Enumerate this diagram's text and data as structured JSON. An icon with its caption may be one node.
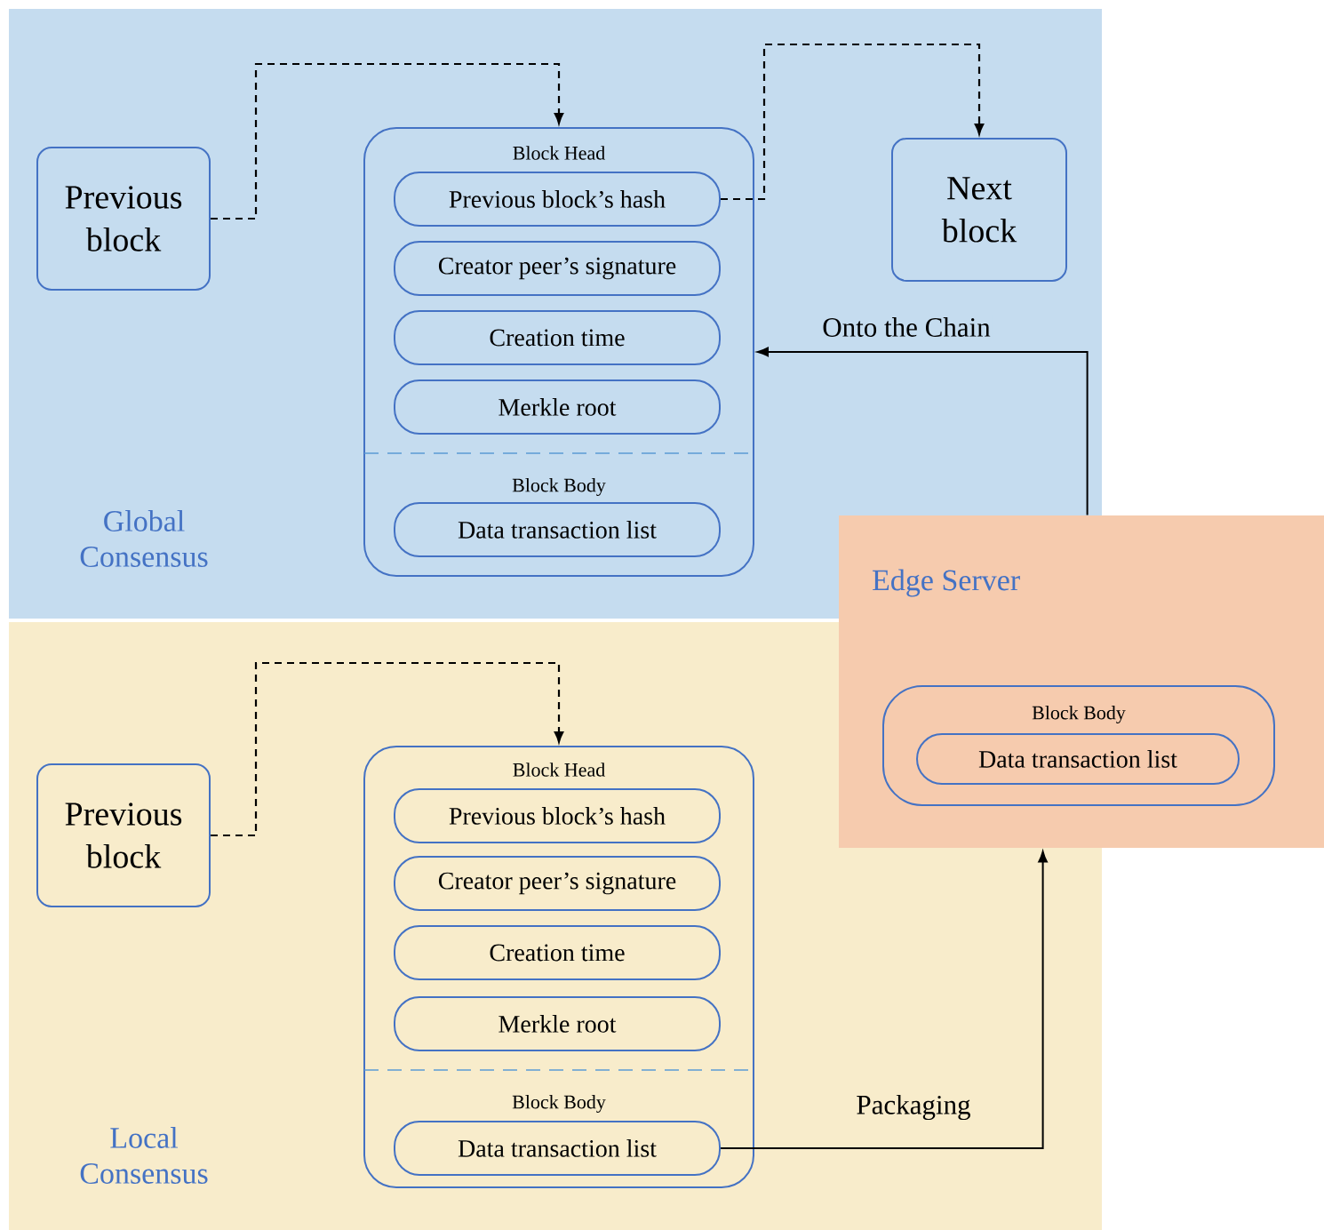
{
  "diagram": {
    "nodes": [
      {
        "text": [
          "Global Consensus"
        ]
      },
      {
        "text": [
          "Previous block"
        ],
        "in": 0
      },
      {
        "text": [
          "Block Head",
          "Block Body"
        ],
        "in": 0
      },
      {
        "text": [
          "Previous block’s hash"
        ],
        "in": 2
      },
      {
        "text": [
          "Creator peer’s signature"
        ],
        "in": 2
      },
      {
        "text": [
          "Creation time"
        ],
        "in": 2
      },
      {
        "text": [
          "Merkle root"
        ],
        "in": 2
      },
      {
        "text": [
          "Data transaction list"
        ],
        "in": 2
      },
      {
        "text": [
          "Next block"
        ],
        "in": 0
      },
      {
        "text": [
          "Local Consensus"
        ]
      },
      {
        "text": [
          "Previous block"
        ],
        "in": 9
      },
      {
        "text": [
          "Block Head",
          "Block Body"
        ],
        "in": 9
      },
      {
        "text": [
          "Previous block’s hash"
        ],
        "in": 11
      },
      {
        "text": [
          "Creator peer’s signature"
        ],
        "in": 11
      },
      {
        "text": [
          "Creation time"
        ],
        "in": 11
      },
      {
        "text": [
          "Merkle root"
        ],
        "in": 11
      },
      {
        "text": [
          "Data transaction list"
        ],
        "in": 11
      },
      {
        "text": [
          "Edge Server"
        ]
      },
      {
        "text": [
          "Block Body"
        ],
        "in": 17
      },
      {
        "text": [
          "Data transaction list"
        ],
        "in": 18
      }
    ],
    "edges": [
      {
        "from": 1,
        "to": 2,
        "arrow": "to",
        "style": "dashed"
      },
      {
        "from": 3,
        "to": 8,
        "arrow": "to",
        "style": "dashed"
      },
      {
        "from": 17,
        "to": 2,
        "arrow": "to",
        "label": "Onto the Chain"
      },
      {
        "from": 10,
        "to": 11,
        "arrow": "to",
        "style": "dashed"
      },
      {
        "from": 16,
        "to": 17,
        "arrow": "to",
        "label": "Packaging"
      }
    ]
  }
}
